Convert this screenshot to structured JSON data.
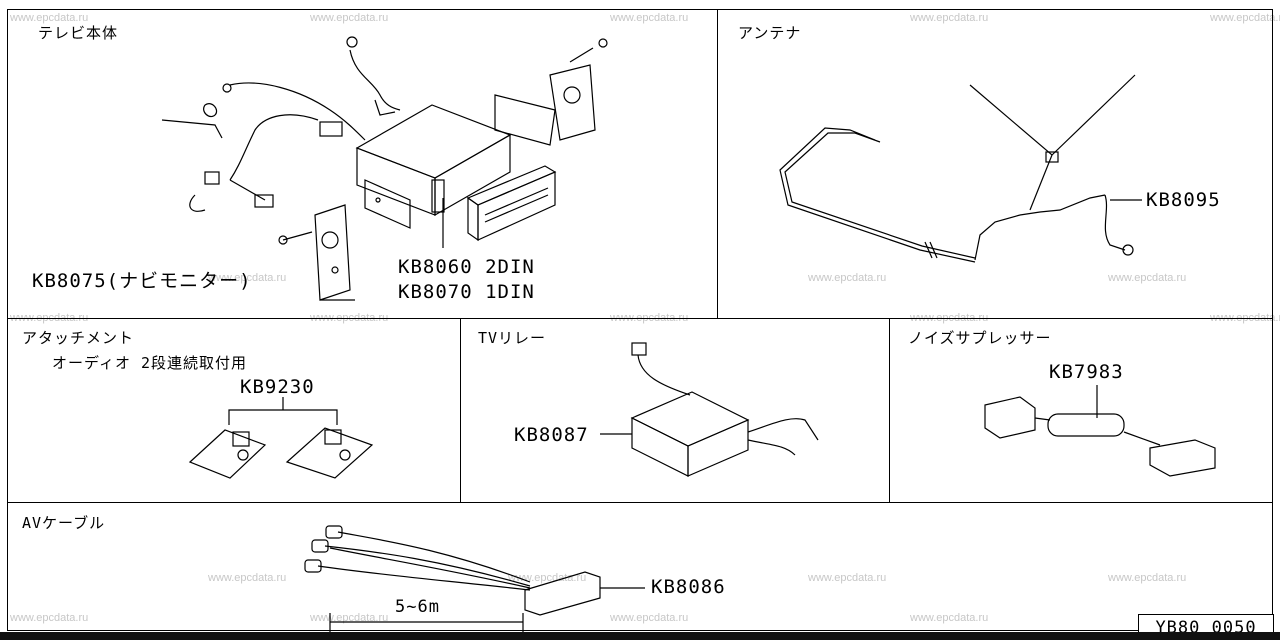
{
  "watermark": "www.epcdata.ru",
  "sections": {
    "tv_unit": {
      "title": "テレビ本体",
      "part1": "KB8075(ナビモニター)",
      "part2": "KB8060 2DIN",
      "part3": "KB8070 1DIN"
    },
    "antenna": {
      "title": "アンテナ",
      "part": "KB8095"
    },
    "attachment": {
      "title": "アタッチメント",
      "subtitle": "オーディオ 2段連続取付用",
      "part": "KB9230"
    },
    "tv_relay": {
      "title": "TVリレー",
      "part": "KB8087"
    },
    "noise": {
      "title": "ノイズサプレッサー",
      "part": "KB7983"
    },
    "av_cable": {
      "title": "AVケーブル",
      "part": "KB8086",
      "length": "5~6m"
    }
  },
  "diagram_code": "YB80 0050"
}
